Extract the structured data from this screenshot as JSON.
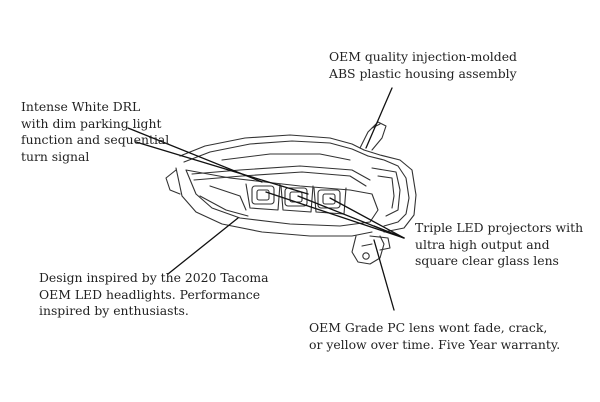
{
  "callouts": {
    "housing": {
      "lines": [
        "OEM quality injection-molded",
        "ABS plastic housing assembly"
      ]
    },
    "drl": {
      "lines": [
        "Intense White DRL",
        "with dim parking light",
        "function and sequential",
        "turn signal"
      ]
    },
    "projectors": {
      "lines": [
        "Triple LED projectors with",
        "ultra high output and",
        "square clear glass lens"
      ]
    },
    "design": {
      "lines": [
        "Design inspired by the 2020 Tacoma",
        "OEM LED headlights. Performance",
        "inspired by enthusiasts."
      ]
    },
    "lens": {
      "lines": [
        "OEM Grade PC lens wont fade, crack,",
        "or yellow over time. Five Year warranty."
      ]
    }
  },
  "colors": {
    "text": "#222222",
    "line": "#111111",
    "drawing": "#333333"
  },
  "illustration": "headlight-assembly-line-drawing"
}
